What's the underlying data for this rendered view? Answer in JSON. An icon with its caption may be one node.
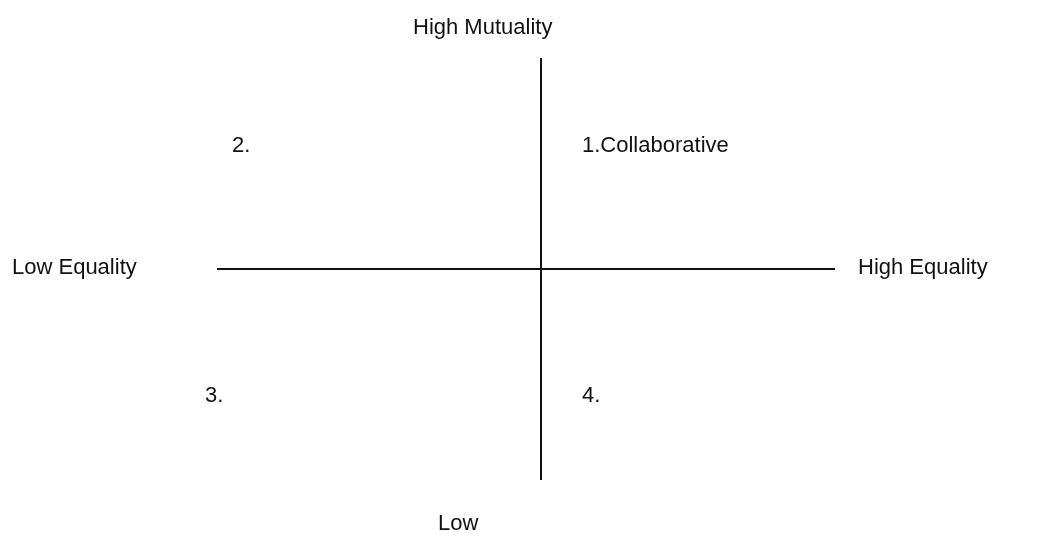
{
  "diagram": {
    "labels": [
      "High Mutuality",
      "2.",
      "1.Collaborative",
      "Low Equality",
      "High Equality",
      "3.",
      "4.",
      "Low"
    ]
  }
}
